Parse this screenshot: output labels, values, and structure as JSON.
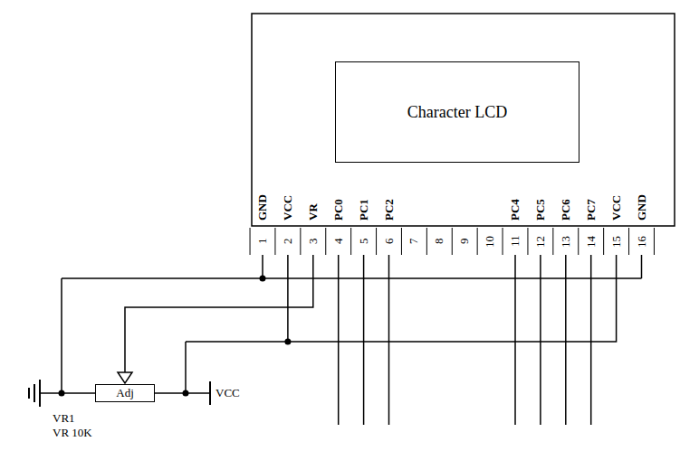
{
  "diagram": {
    "nodes": [
      {
        "text": [
          "Character LCD"
        ]
      },
      {
        "text": [
          "Adj"
        ]
      }
    ],
    "labels": [
      "GND",
      "VCC",
      "VR",
      "PC0",
      "PC1",
      "PC2",
      "PC4",
      "PC5",
      "PC6",
      "PC7",
      "VCC",
      "GND",
      "1",
      "2",
      "3",
      "4",
      "5",
      "6",
      "7",
      "8",
      "9",
      "10",
      "11",
      "12",
      "13",
      "14",
      "15",
      "16",
      "VCC",
      "VR1",
      "VR 10K"
    ]
  }
}
